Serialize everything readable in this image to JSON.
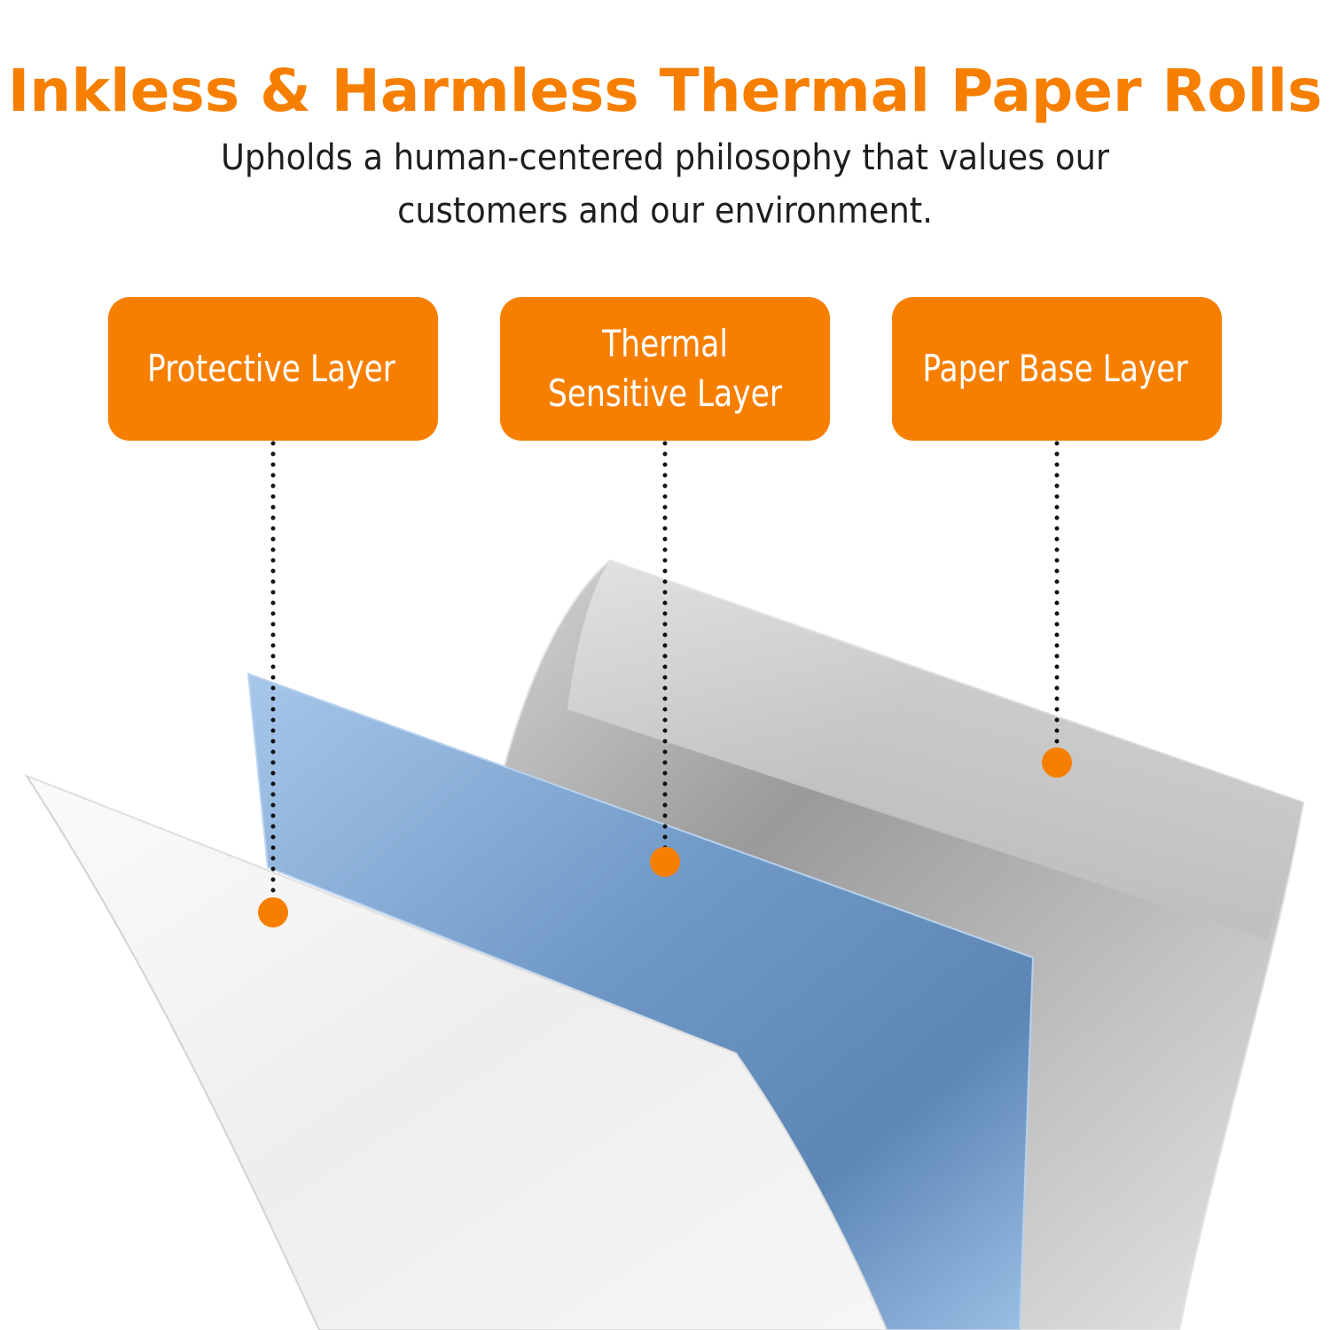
{
  "header": {
    "title": "Inkless & Harmless Thermal Paper Rolls",
    "subtitle": "Upholds a human-centered philosophy that values our customers and our environment."
  },
  "layers": [
    {
      "label": "Protective Layer",
      "color": "#f2f2f2"
    },
    {
      "label": "Thermal Sensitive Layer",
      "color": "#93b8e0"
    },
    {
      "label": "Paper Base Layer",
      "color": "#c9c9c9"
    }
  ],
  "colors": {
    "accent": "#f77f00",
    "title_text": "#f77f00",
    "subtitle_text": "#1e1e1e",
    "label_text": "#ffffff",
    "connector": "#111111",
    "background": "#ffffff"
  }
}
